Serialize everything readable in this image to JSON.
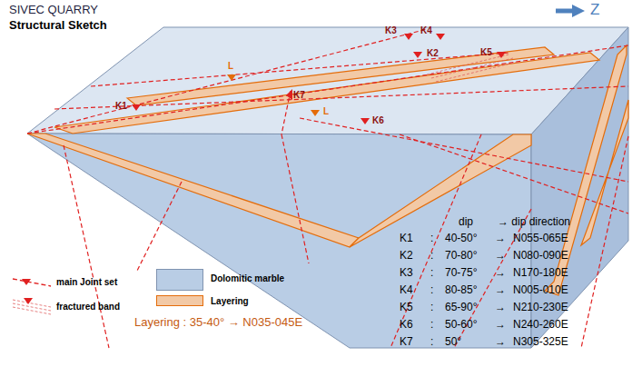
{
  "diagram": {
    "title": "SIVEC QUARRY",
    "labels": [
      "Structural Sketch",
      "Z",
      "K3",
      "K4",
      "K2",
      "K5",
      "L",
      "K7",
      "K1",
      "L",
      "K6",
      "dip",
      "→ dip direction",
      "K1",
      ":",
      "40-50°",
      "→",
      "N055-065E",
      "K2",
      ":",
      "70-80°",
      "→",
      "N080-090E",
      "K3",
      ":",
      "70-75°",
      "→",
      "N170-180E",
      "K4",
      ":",
      "80-85°",
      "→",
      "N005-010E",
      "K5",
      ":",
      "65-90°",
      "→",
      "N210-230E",
      "K6",
      ":",
      "50-60°",
      "→",
      "N240-260E",
      "K7",
      ":",
      "50°",
      "→",
      "N305-325E",
      "Layering : 35-40° → N035-045E"
    ],
    "legend": [
      {
        "text": "main Joint set"
      },
      {
        "text": "fractured band"
      },
      {
        "text": "Dolomitic marble",
        "color": "#b9cde5"
      },
      {
        "text": "Layering",
        "color": "#f2c9a6"
      }
    ]
  }
}
